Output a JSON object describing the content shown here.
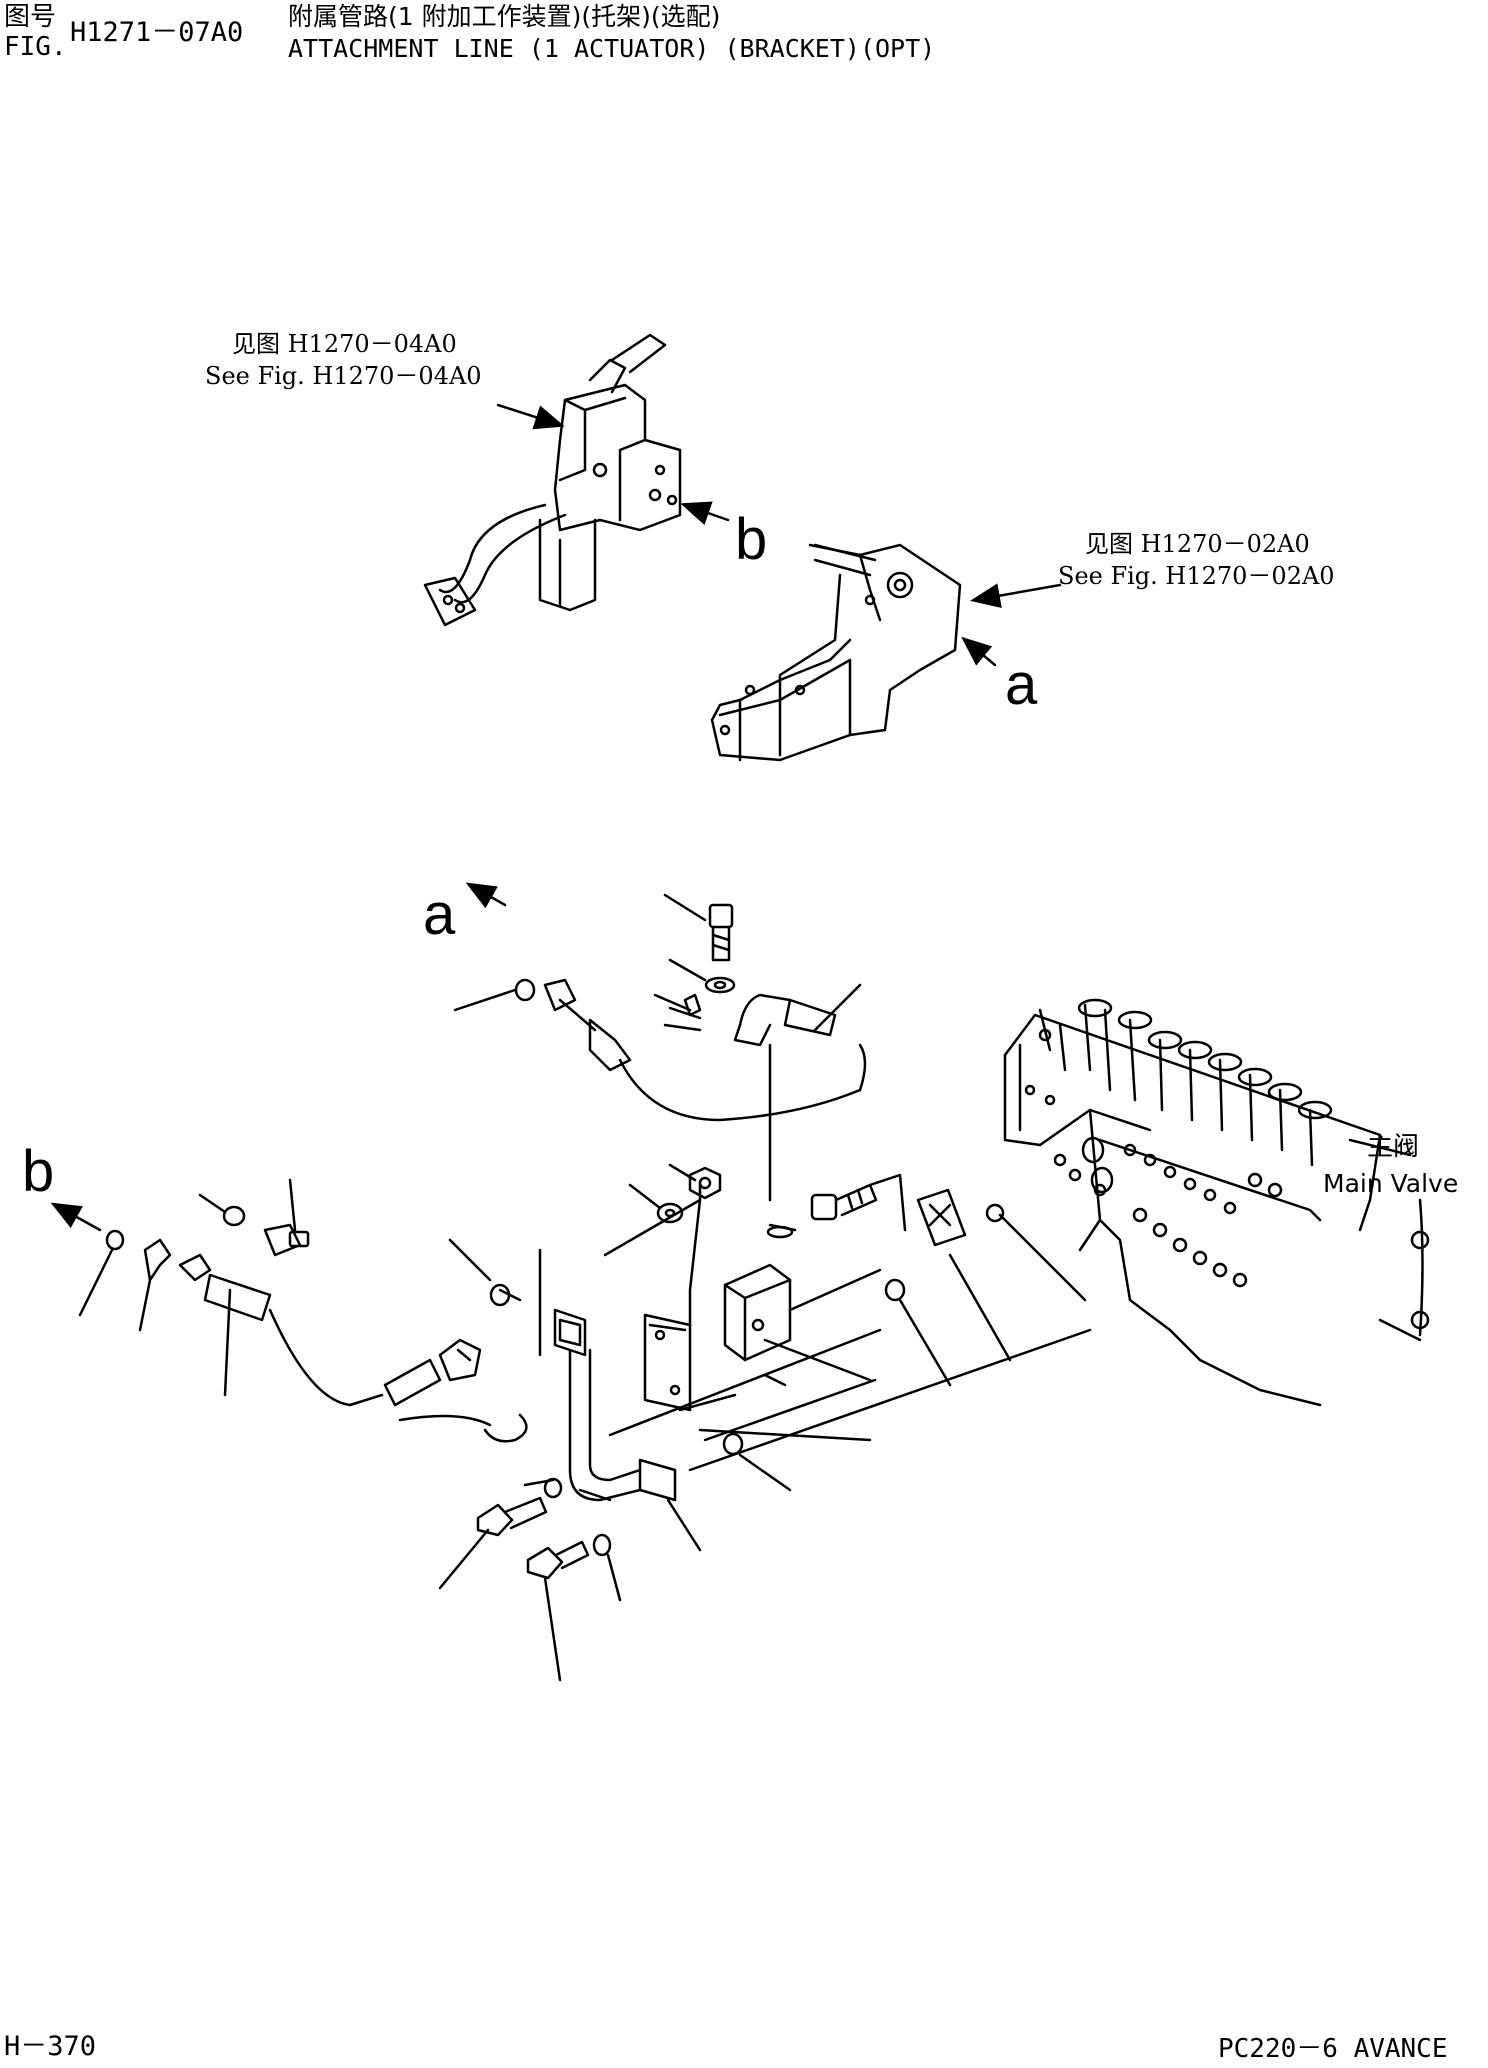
{
  "header": {
    "fig_label_cn": "图号",
    "fig_label_en": "FIG.",
    "fig_number": "H1271－07A0",
    "title_cn": "附属管路(1 附加工作装置)(托架)(选配)",
    "title_en": "ATTACHMENT LINE (1 ACTUATOR) (BRACKET)(OPT)"
  },
  "references": {
    "ref1_cn": "见图 H1270－04A0",
    "ref1_en": "See Fig. H1270－04A0",
    "ref2_cn": "见图 H1270－02A0",
    "ref2_en": "See Fig. H1270－02A0"
  },
  "callouts": {
    "b_top": "b",
    "a_top": "a",
    "a_bottom": "a",
    "b_bottom": "b"
  },
  "main_valve": {
    "label_cn": "主阀",
    "label_en": "Main Valve"
  },
  "footer": {
    "page": "H－370",
    "model": "PC220－6 AVANCE"
  }
}
